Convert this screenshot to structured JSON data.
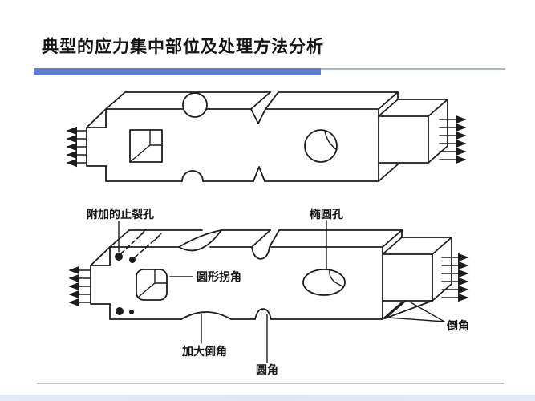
{
  "slide": {
    "title": "典型的应力集中部位及处理方法分析",
    "accent_bar_color": "#5b7fd0",
    "divider_line_color": "#a9b9cf",
    "footer_line_color": "#bdbdbd",
    "ink_color": "#1c1c1c"
  },
  "figure_labels": {
    "crack_stop_hole": "附加的止裂孔",
    "elliptical_hole": "椭圆孔",
    "rounded_corner": "圆形拐角",
    "enlarged_fillet": "加大倒角",
    "fillet": "圆角",
    "chamfer": "倒角"
  }
}
